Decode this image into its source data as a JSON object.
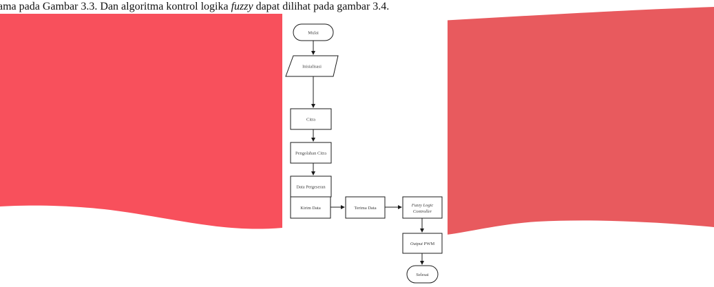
{
  "caption": {
    "lead": "ama pada Gambar 3.3. Dan algoritma kontrol logika ",
    "italic": "fuzzy",
    "tail": " dapat dilihat pada gambar 3.4."
  },
  "flowchart": {
    "start": "Mulai",
    "init": "Inisialisasi",
    "image": "Citra",
    "processing": "Pengolahan Citra",
    "shift_data": "Data Pergeseran",
    "send": "Kirim Data",
    "receive": "Terima Data",
    "flc_line1": "Fuzzy Logic",
    "flc_line2": "Controller",
    "output_italic": "Output",
    "output_rest": " PWM",
    "end": "Selesai"
  },
  "colors": {
    "band_left": "#f8505c",
    "band_right": "#e85a5e",
    "stroke": "#1a1a1a"
  }
}
